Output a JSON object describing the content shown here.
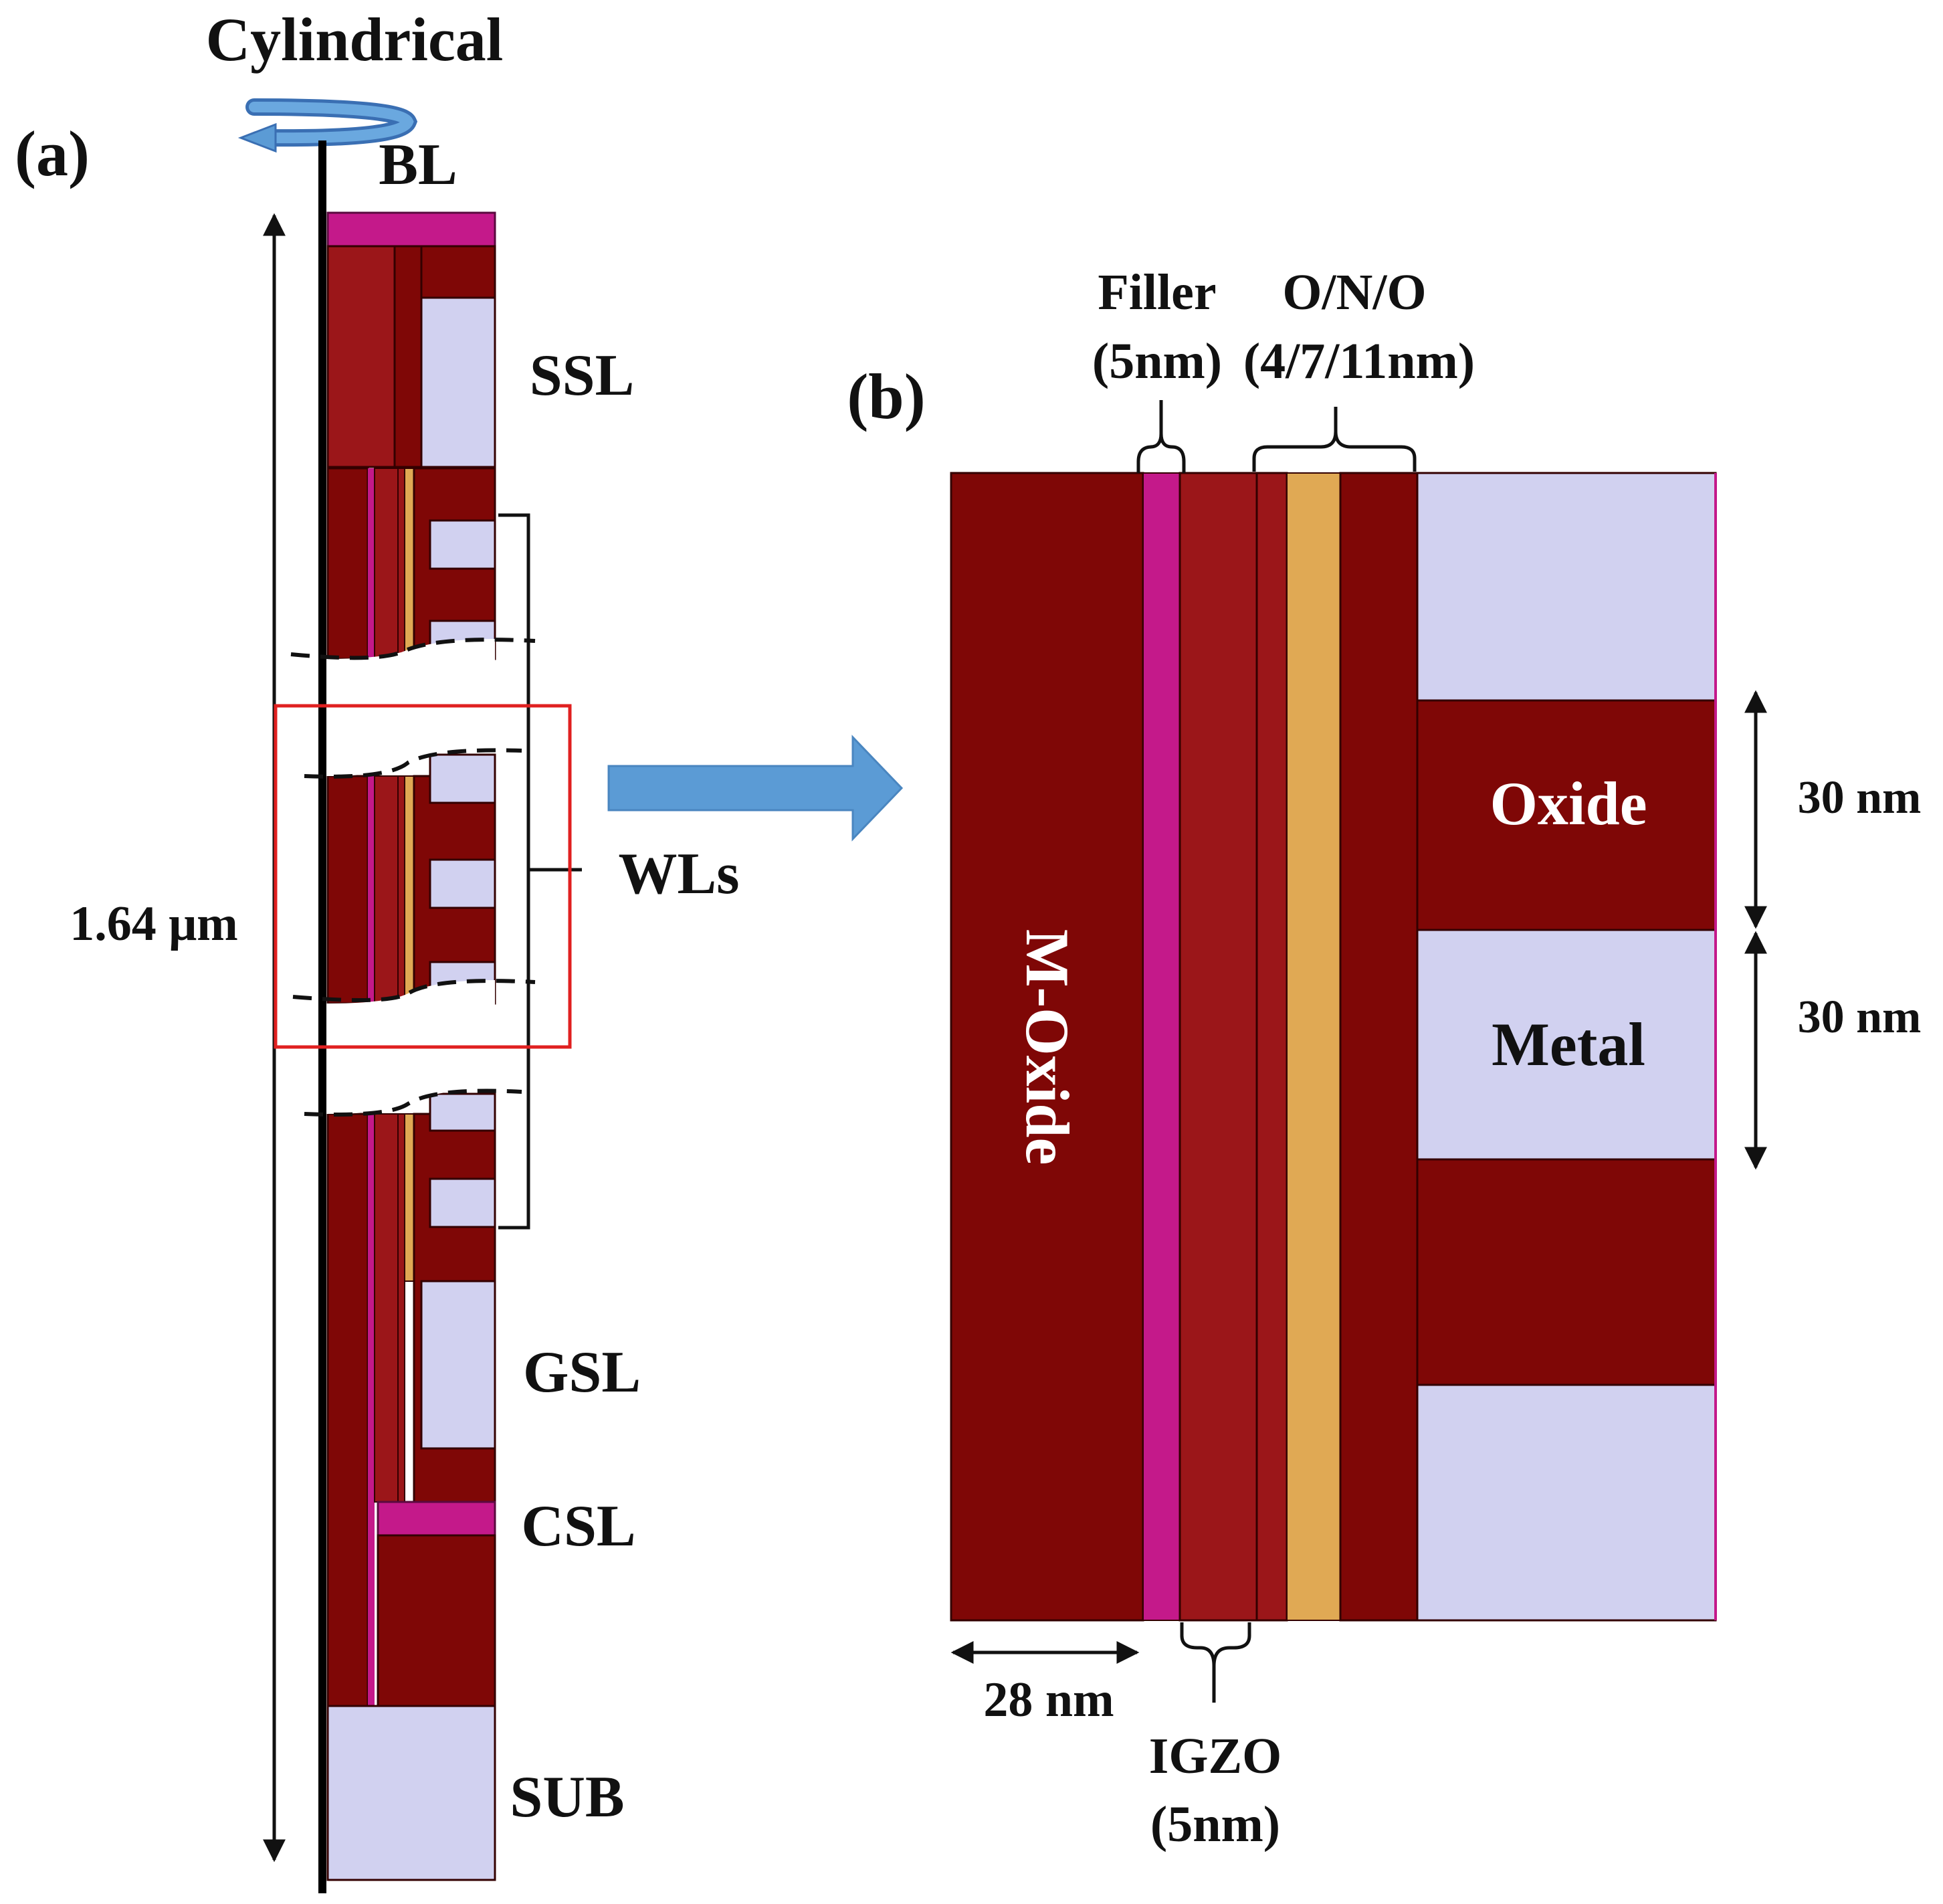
{
  "panel_a": {
    "panel_label": "(a)",
    "rotation_label": "Cylindrical",
    "labels": {
      "bl": "BL",
      "ssl": "SSL",
      "wls": "WLs",
      "gsl": "GSL",
      "csl": "CSL",
      "sub": "SUB"
    },
    "height_dimension": "1.64 μm"
  },
  "panel_b": {
    "panel_label": "(b)",
    "labels": {
      "filler": "Filler",
      "filler_thickness": "(5nm)",
      "ono": "O/N/O",
      "ono_thickness": "(4/7/11nm)",
      "m_oxide": "M-Oxide",
      "oxide": "Oxide",
      "metal": "Metal",
      "igzo": "IGZO",
      "igzo_thickness": "(5nm)"
    },
    "dimensions": {
      "core_width": "28 nm",
      "oxide_pitch": "30 nm",
      "metal_pitch": "30 nm"
    }
  },
  "colors": {
    "dark_oxide": "#7f0706",
    "igzo_red": "#9b1619",
    "filler_magenta": "#c4198a",
    "nitride_tan": "#e0a954",
    "metal_lavender": "#d1d1f0",
    "zoom_box_red": "#e02020",
    "arrow_blue": "#5b9bd5"
  }
}
